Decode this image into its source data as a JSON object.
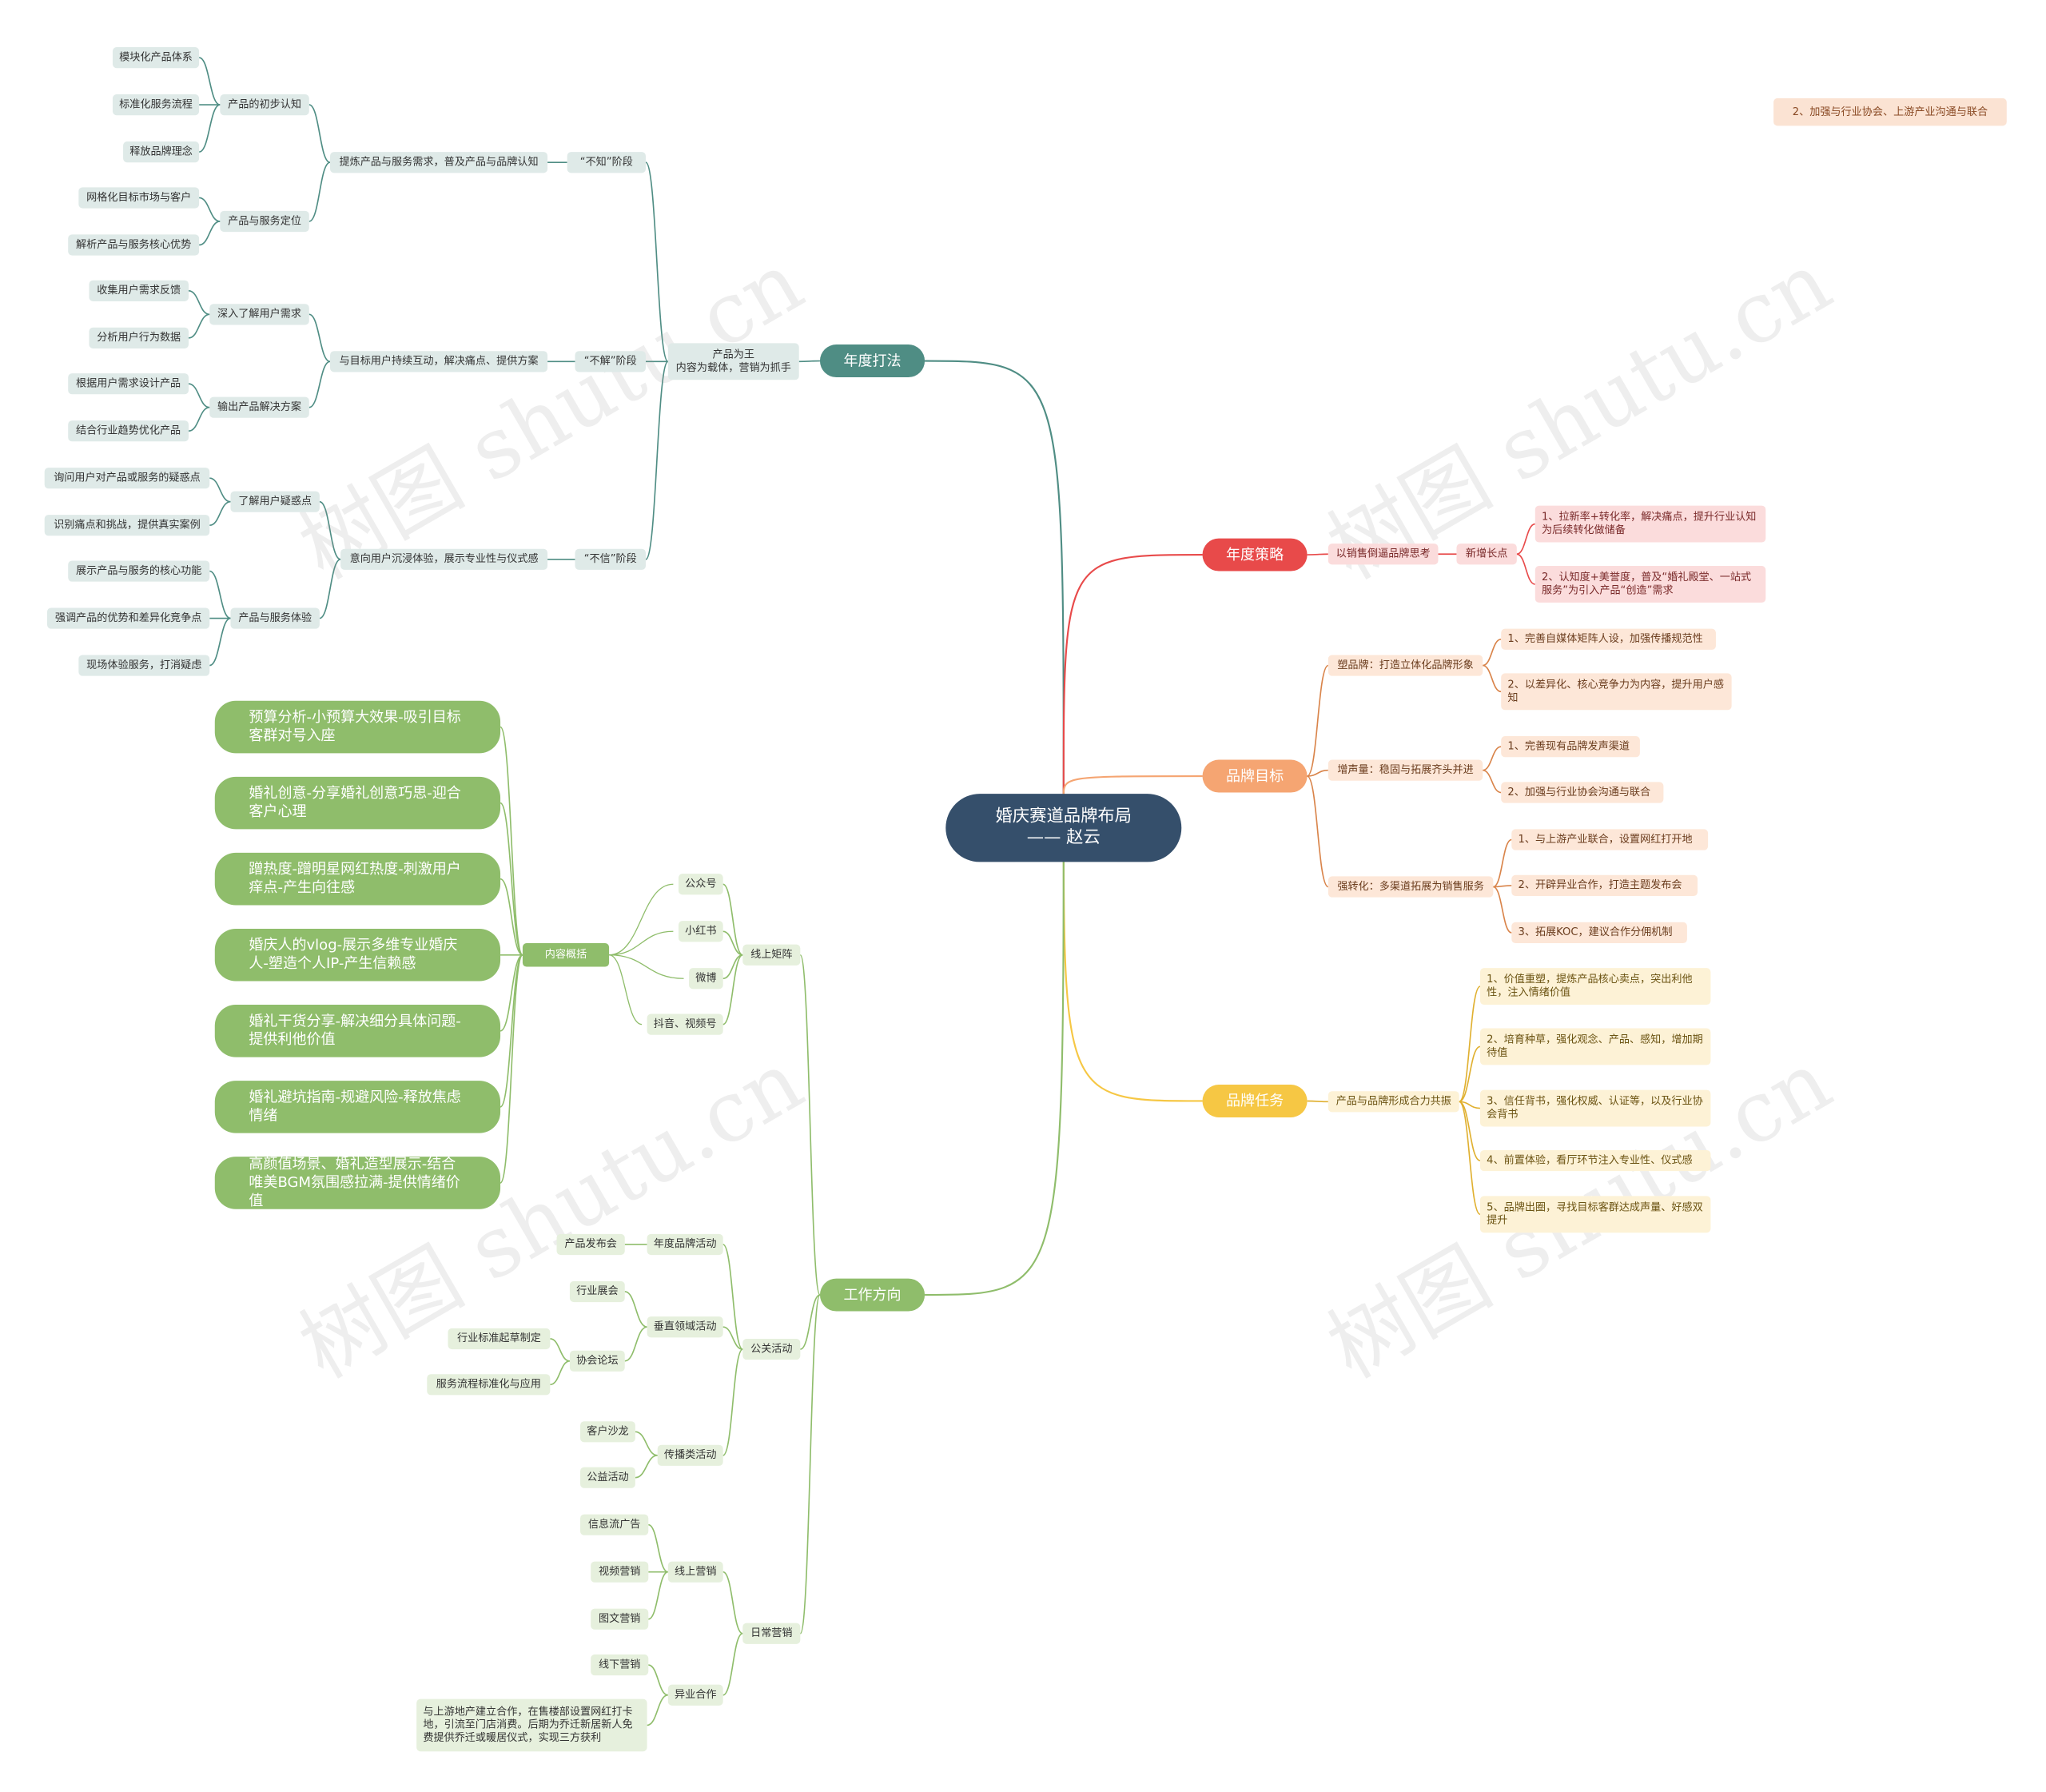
{
  "root": {
    "label": "婚庆赛道品牌布局\n—— 赵云"
  },
  "watermark": "树图 shutu.cn",
  "colors": {
    "root": "#354f6b",
    "annual_play": "#4f8d84",
    "annual_strategy": "#e84a4a",
    "brand_goal": "#f5a572",
    "brand_task": "#f6c744",
    "work_direction": "#8fbd6b"
  },
  "nodes": {
    "n_sep": "2、加强与行业协会、上游产业沟通与联合",
    "a1": "年度打法",
    "a1_1": "产品为王\n内容为载体，营销为抓手",
    "a_nz": "“不知”阶段",
    "a_nz1": "提炼产品与服务需求，普及产品与品牌认知",
    "a_nz1a": "产品的初步认知",
    "a_nz1a1": "模块化产品体系",
    "a_nz1a2": "标准化服务流程",
    "a_nz1a3": "释放品牌理念",
    "a_nz1b": "产品与服务定位",
    "a_nz1b1": "网格化目标市场与客户",
    "a_nz1b2": "解析产品与服务核心优势",
    "a_bj": "“不解”阶段",
    "a_bj1": "与目标用户持续互动，解决痛点、提供方案",
    "a_bj1a": "深入了解用户需求",
    "a_bj1a1": "收集用户需求反馈",
    "a_bj1a2": "分析用户行为数据",
    "a_bj1b": "输出产品解决方案",
    "a_bj1b1": "根据用户需求设计产品",
    "a_bj1b2": "结合行业趋势优化产品",
    "a_bx": "“不信”阶段",
    "a_bx1": "意向用户沉浸体验，展示专业性与仪式感",
    "a_bx1a": "了解用户疑惑点",
    "a_bx1a1": "询问用户对产品或服务的疑惑点",
    "a_bx1a2": "识别痛点和挑战，提供真实案例",
    "a_bx1b": "产品与服务体验",
    "a_bx1b1": "展示产品与服务的核心功能",
    "a_bx1b2": "强调产品的优势和差异化竞争点",
    "a_bx1b3": "现场体验服务，打消疑虑",
    "s1": "年度策略",
    "s1_1": "以销售倒逼品牌思考",
    "s1_2": "新增长点",
    "s1_2a": "1、拉新率+转化率，解决痛点，提升行业认知为后续转化做储备",
    "s1_2b": "2、认知度+美誉度，普及“婚礼殿堂、一站式服务”为引入产品“创造”需求",
    "g1": "品牌目标",
    "g1_1": "塑品牌：打造立体化品牌形象",
    "g1_1a": "1、完善自媒体矩阵人设，加强传播规范性",
    "g1_1b": "2、以差异化、核心竞争力为内容，提升用户感知",
    "g1_2": "增声量：稳固与拓展齐头并进",
    "g1_2a": "1、完善现有品牌发声渠道",
    "g1_2b": "2、加强与行业协会沟通与联合",
    "g1_3": "强转化：多渠道拓展为销售服务",
    "g1_3a": "1、与上游产业联合，设置网红打开地",
    "g1_3b": "2、开辟异业合作，打造主题发布会",
    "g1_3c": "3、拓展KOC，建议合作分佣机制",
    "t1": "品牌任务",
    "t1_1": "产品与品牌形成合力共振",
    "t1_1a": "1、价值重塑，提炼产品核心卖点，突出利他性，注入情绪价值",
    "t1_1b": "2、培育种草，强化观念、产品、感知，增加期待值",
    "t1_1c": "3、信任背书，强化权威、认证等，以及行业协会背书",
    "t1_1d": "4、前置体验，看厅环节注入专业性、仪式感",
    "t1_1e": "5、品牌出圈，寻找目标客群达成声量、好感双提升",
    "w1": "工作方向",
    "w_xs": "线上矩阵",
    "w_nr": "内容概括",
    "w_nr1": "预算分析-小预算大效果-吸引目标客群对号入座",
    "w_nr2": "婚礼创意-分享婚礼创意巧思-迎合客户心理",
    "w_nr3": "蹭热度-蹭明星网红热度-刺激用户痒点-产生向往感",
    "w_nr4": "婚庆人的vlog-展示多维专业婚庆人-塑造个人IP-产生信赖感",
    "w_nr5": "婚礼干货分享-解决细分具体问题-提供利他价值",
    "w_nr6": "婚礼避坑指南-规避风险-释放焦虑情绪",
    "w_nr7": "高颜值场景、婚礼造型展示-结合唯美BGM氛围感拉满-提供情绪价值",
    "w_xs1": "公众号",
    "w_xs2": "小红书",
    "w_xs3": "微博",
    "w_xs4": "抖音、视频号",
    "w_gg": "公关活动",
    "w_gg1": "年度品牌活动",
    "w_gg1a": "产品发布会",
    "w_gg2": "垂直领域活动",
    "w_gg2a": "行业展会",
    "w_gg2b": "协会论坛",
    "w_gg2b1": "行业标准起草制定",
    "w_gg2b2": "服务流程标准化与应用",
    "w_gg3": "传播类活动",
    "w_gg3a": "客户沙龙",
    "w_gg3b": "公益活动",
    "w_rc": "日常营销",
    "w_rc1": "线上营销",
    "w_rc1a": "信息流广告",
    "w_rc1b": "视频营销",
    "w_rc1c": "图文营销",
    "w_rc2": "异业合作",
    "w_rc2a": "线下营销",
    "w_rc2b": "与上游地产建立合作，在售楼部设置网红打卡地，引流至门店消费。后期为乔迁新居新人免费提供乔迁或暖居仪式，实现三方获利"
  }
}
